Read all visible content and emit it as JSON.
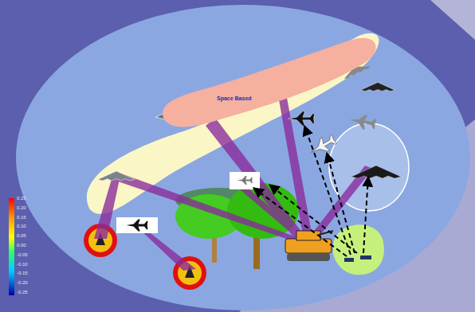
{
  "diagram": {
    "nodes": [
      {
        "text": [
          "Space Based"
        ]
      }
    ],
    "labels": [
      "0.25",
      "0.20",
      "0.15",
      "0.10",
      "0.05",
      "0.00",
      "-0.05",
      "-0.10",
      "-0.15",
      "-0.20",
      "-0.25"
    ]
  }
}
